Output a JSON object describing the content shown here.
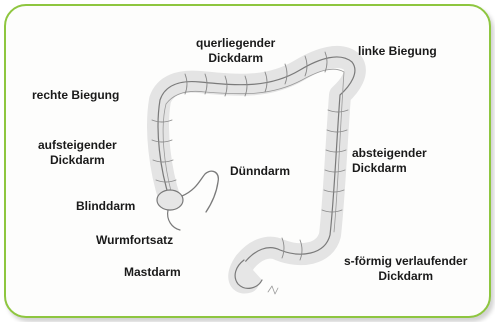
{
  "diagram": {
    "labels": {
      "transverse_line1": "querliegender",
      "transverse_line2": "Dickdarm",
      "left_flexure": "linke Biegung",
      "right_flexure": "rechte Biegung",
      "ascending_line1": "aufsteigender",
      "ascending_line2": "Dickdarm",
      "small_intestine": "Dünndarm",
      "descending_line1": "absteigender",
      "descending_line2": "Dickdarm",
      "cecum": "Blinddarm",
      "appendix": "Wurmfortsatz",
      "rectum": "Mastdarm",
      "sigmoid_line1": "s-förmig verlaufender",
      "sigmoid_line2": "Dickdarm"
    }
  },
  "colors": {
    "frame_border": "#8ec63f",
    "sketch_stroke": "#6f6f6f",
    "sketch_fill": "#e6e6e6"
  }
}
